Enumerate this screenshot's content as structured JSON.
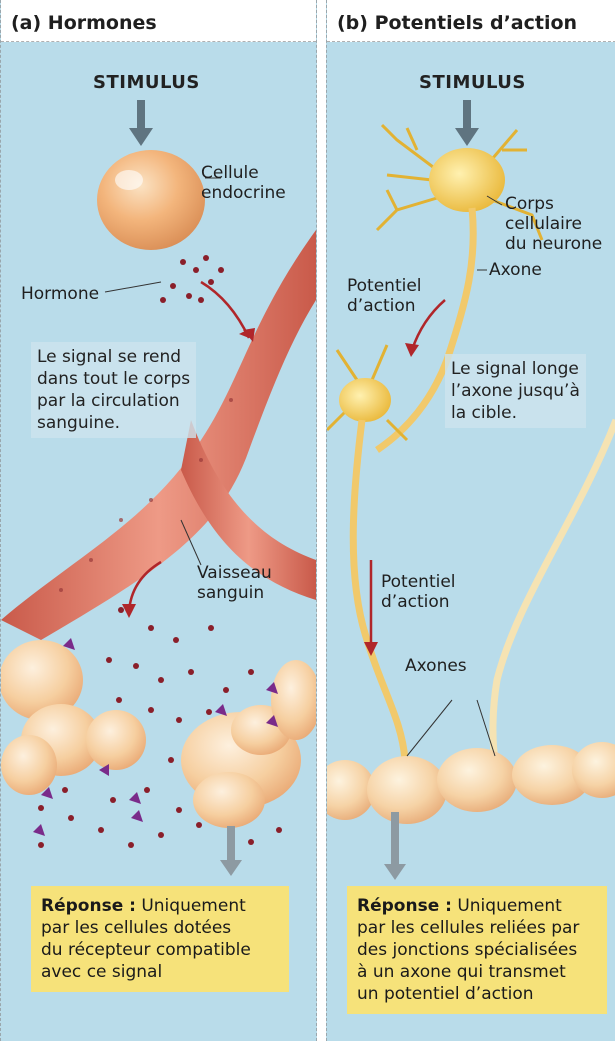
{
  "panel_a": {
    "title": "(a) Hormones",
    "stimulus": "STIMULUS",
    "cell_label_1": "Cellule",
    "cell_label_2": "endocrine",
    "hormone_label": "Hormone",
    "note_lines": [
      "Le signal se rend",
      "dans tout le corps",
      "par la circulation",
      "sanguine."
    ],
    "vessel_label_1": "Vaisseau",
    "vessel_label_2": "sanguin",
    "response_head": "Réponse :",
    "response_lines": [
      "Uniquement",
      "par les cellules dotées",
      "du récepteur compatible",
      "avec ce signal"
    ]
  },
  "panel_b": {
    "title": "(b) Potentiels d’action",
    "stimulus": "STIMULUS",
    "body_label": [
      "Corps",
      "cellulaire",
      "du neurone"
    ],
    "axon_label": "Axone",
    "ap1": [
      "Potentiel",
      "d’action"
    ],
    "note_lines": [
      "Le signal longe",
      "l’axone jusqu’à",
      "la cible."
    ],
    "ap2": [
      "Potentiel",
      "d’action"
    ],
    "axons_label": "Axones",
    "response_head": "Réponse :",
    "response_lines": [
      "Uniquement",
      "par les cellules reliées par",
      "des jonctions spécialisées",
      "à un axone qui transmet",
      "un potentiel d’action"
    ]
  },
  "colors": {
    "background": "#b9dcea",
    "vessel": "#d9715f",
    "neuron": "#f2c94c",
    "arrow": "#b0262a",
    "response": "#f6e27a"
  }
}
